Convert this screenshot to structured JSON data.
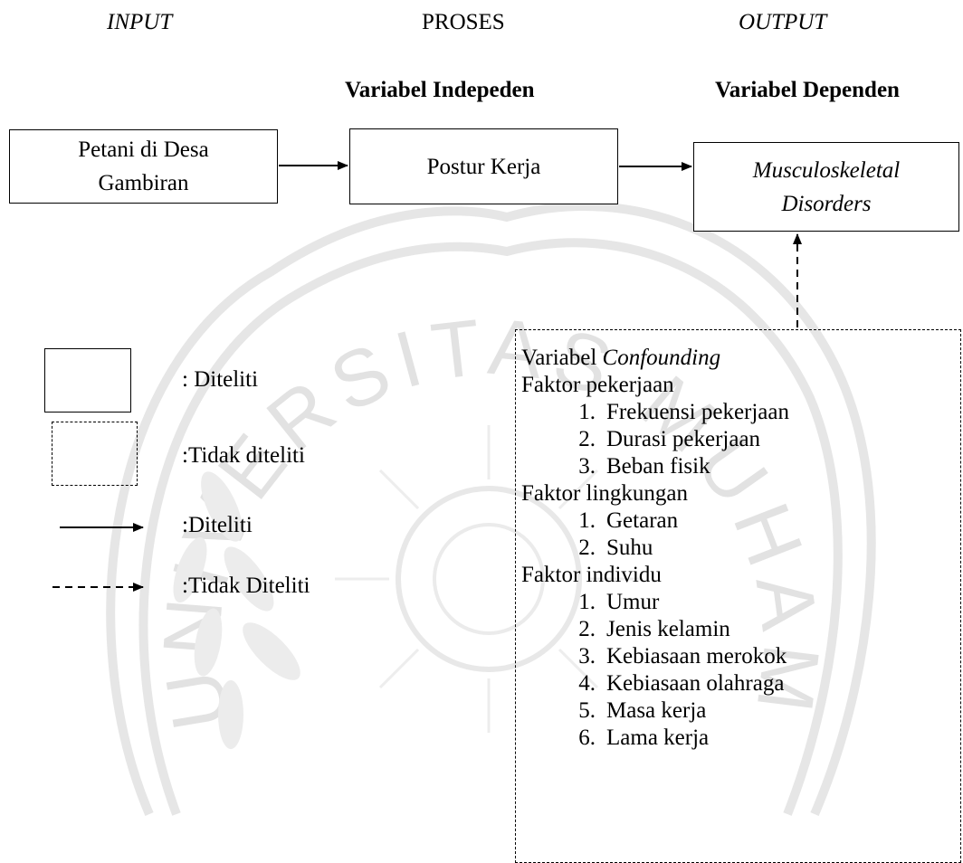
{
  "header": {
    "input": "INPUT",
    "proses": "PROSES",
    "output": "OUTPUT",
    "var_independen": "Variabel Indepeden",
    "var_dependen": "Variabel Dependen"
  },
  "boxes": {
    "petani_line1": "Petani di Desa",
    "petani_line2": "Gambiran",
    "postur": "Postur Kerja",
    "msd_line1": "Musculoskeletal",
    "msd_line2": "Disorders"
  },
  "legend": {
    "solid_box": ": Diteliti",
    "dashed_box": ":Tidak diteliti",
    "solid_arrow": ":Diteliti",
    "dashed_arrow": ":Tidak Diteliti"
  },
  "confounding": {
    "title_prefix": "Variabel ",
    "title_italic": "Confounding",
    "groups": [
      {
        "label": "Faktor pekerjaan",
        "items": [
          "Frekuensi pekerjaan",
          "Durasi pekerjaan",
          "Beban fisik"
        ]
      },
      {
        "label": "Faktor lingkungan",
        "items": [
          "Getaran",
          "Suhu"
        ]
      },
      {
        "label": "Faktor individu",
        "items": [
          "Umur",
          "Jenis kelamin",
          "Kebiasaan merokok",
          "Kebiasaan olahraga",
          "Masa kerja",
          "Lama kerja"
        ]
      }
    ]
  },
  "watermark": {
    "text": "UNIVERSITAS MUHAMMADIYAH",
    "color": "#e4e4e4"
  }
}
